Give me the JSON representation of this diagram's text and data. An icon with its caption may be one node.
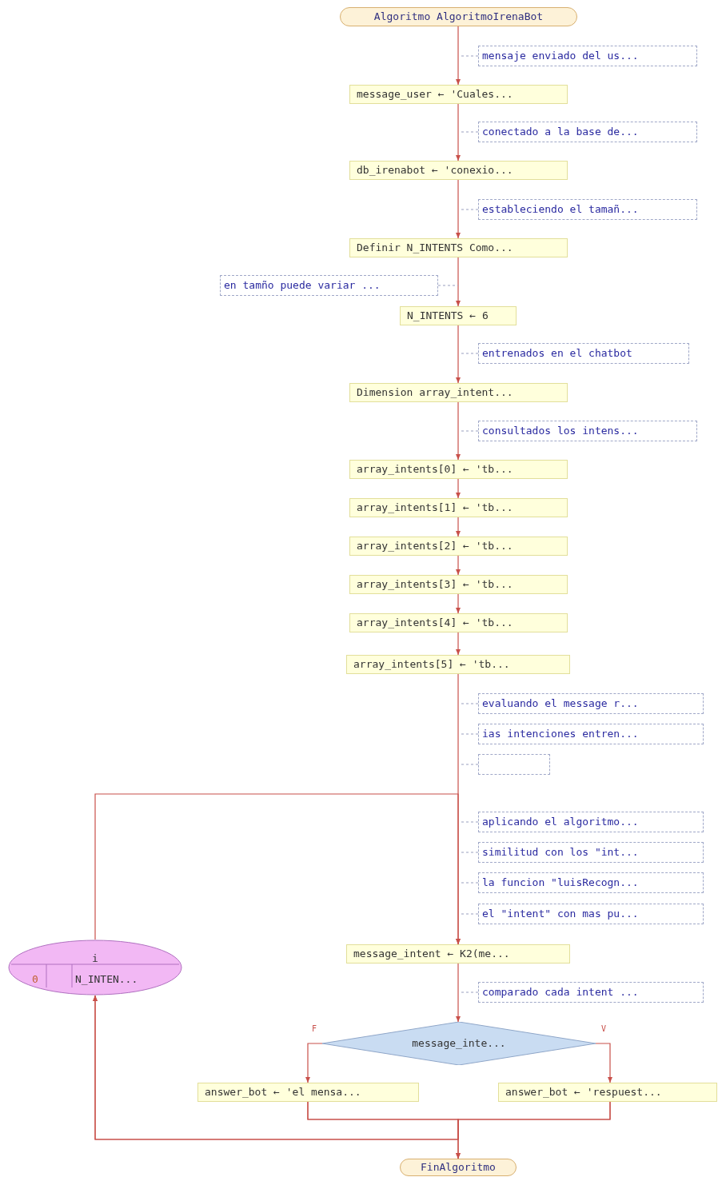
{
  "diagram": {
    "nodes": [
      {
        "text": [
          "Algoritmo AlgoritmoIrenaBot"
        ]
      },
      {
        "text": [
          "mensaje enviado del us..."
        ]
      },
      {
        "text": [
          "message_user ← 'Cuales..."
        ]
      },
      {
        "text": [
          "conectado a la base de..."
        ]
      },
      {
        "text": [
          "db_irenabot ← 'conexio..."
        ]
      },
      {
        "text": [
          "estableciendo el tamañ..."
        ]
      },
      {
        "text": [
          "Definir N_INTENTS Como..."
        ]
      },
      {
        "text": [
          "en tamño puede variar ..."
        ]
      },
      {
        "text": [
          "N_INTENTS ← 6"
        ]
      },
      {
        "text": [
          "entrenados en el chatbot"
        ]
      },
      {
        "text": [
          "Dimension array_intent..."
        ]
      },
      {
        "text": [
          "consultados los intens..."
        ]
      },
      {
        "text": [
          "array_intents[0] ← 'tb..."
        ]
      },
      {
        "text": [
          "array_intents[1] ← 'tb..."
        ]
      },
      {
        "text": [
          "array_intents[2] ← 'tb..."
        ]
      },
      {
        "text": [
          "array_intents[3] ← 'tb..."
        ]
      },
      {
        "text": [
          "array_intents[4] ← 'tb..."
        ]
      },
      {
        "text": [
          "array_intents[5] ← 'tb..."
        ]
      },
      {
        "text": [
          "evaluando el message r..."
        ]
      },
      {
        "text": [
          "ias intenciones entren..."
        ]
      },
      {
        "text": [],
        "shape": "box"
      },
      {
        "text": [
          "i",
          "0",
          "N_INTEN..."
        ]
      },
      {
        "text": [
          "aplicando el algoritmo..."
        ]
      },
      {
        "text": [
          "similitud con los \"int..."
        ]
      },
      {
        "text": [
          "la funcion \"luisRecogn..."
        ]
      },
      {
        "text": [
          "el \"intent\" con mas pu..."
        ]
      },
      {
        "text": [
          "message_intent ← K2(me..."
        ]
      },
      {
        "text": [
          "comparado cada intent ..."
        ]
      },
      {
        "text": [
          "message_inte..."
        ]
      },
      {
        "text": [
          "answer_bot ← 'el mensa..."
        ]
      },
      {
        "text": [
          "answer_bot ← 'respuest..."
        ]
      },
      {
        "text": [
          "FinAlgoritmo"
        ]
      }
    ],
    "edges": [
      {
        "from": 0,
        "to": 2,
        "arrow": "to"
      },
      {
        "from": 2,
        "to": 4,
        "arrow": "to"
      },
      {
        "from": 4,
        "to": 6,
        "arrow": "to"
      },
      {
        "from": 6,
        "to": 8,
        "arrow": "to"
      },
      {
        "from": 8,
        "to": 10,
        "arrow": "to"
      },
      {
        "from": 10,
        "to": 12,
        "arrow": "to"
      },
      {
        "from": 12,
        "to": 13,
        "arrow": "to"
      },
      {
        "from": 13,
        "to": 14,
        "arrow": "to"
      },
      {
        "from": 14,
        "to": 15,
        "arrow": "to"
      },
      {
        "from": 15,
        "to": 16,
        "arrow": "to"
      },
      {
        "from": 16,
        "to": 17,
        "arrow": "to"
      },
      {
        "from": 17,
        "to": 26,
        "arrow": "to"
      },
      {
        "from": 21,
        "to": 26,
        "arrow": "to"
      },
      {
        "from": 26,
        "to": 28,
        "arrow": "to"
      },
      {
        "from": 28,
        "to": 29,
        "arrow": "to",
        "label": "F"
      },
      {
        "from": 28,
        "to": 30,
        "arrow": "to",
        "label": "V"
      },
      {
        "from": 29,
        "to": 31,
        "arrow": "to"
      },
      {
        "from": 30,
        "to": 31,
        "arrow": "to"
      },
      {
        "from": 29,
        "to": 21,
        "arrow": "to"
      },
      {
        "from": 30,
        "to": 21,
        "arrow": "to"
      },
      {
        "from": 1,
        "to": null,
        "arrow": "none",
        "style": "dashed",
        "color": "#9aa0c0"
      },
      {
        "from": 3,
        "to": null,
        "arrow": "none",
        "style": "dashed",
        "color": "#9aa0c0"
      },
      {
        "from": 5,
        "to": null,
        "arrow": "none",
        "style": "dashed",
        "color": "#9aa0c0"
      },
      {
        "from": 7,
        "to": null,
        "arrow": "none",
        "style": "dashed",
        "color": "#9aa0c0"
      },
      {
        "from": 9,
        "to": null,
        "arrow": "none",
        "style": "dashed",
        "color": "#9aa0c0"
      },
      {
        "from": 11,
        "to": null,
        "arrow": "none",
        "style": "dashed",
        "color": "#9aa0c0"
      },
      {
        "from": 18,
        "to": null,
        "arrow": "none",
        "style": "dashed",
        "color": "#9aa0c0"
      },
      {
        "from": 19,
        "to": null,
        "arrow": "none",
        "style": "dashed",
        "color": "#9aa0c0"
      },
      {
        "from": 20,
        "to": null,
        "arrow": "none",
        "style": "dashed",
        "color": "#9aa0c0"
      },
      {
        "from": 22,
        "to": null,
        "arrow": "none",
        "style": "dashed",
        "color": "#9aa0c0"
      },
      {
        "from": 23,
        "to": null,
        "arrow": "none",
        "style": "dashed",
        "color": "#9aa0c0"
      },
      {
        "from": 24,
        "to": null,
        "arrow": "none",
        "style": "dashed",
        "color": "#9aa0c0"
      },
      {
        "from": 25,
        "to": null,
        "arrow": "none",
        "style": "dashed",
        "color": "#9aa0c0"
      },
      {
        "from": 27,
        "to": null,
        "arrow": "none",
        "style": "dashed",
        "color": "#9aa0c0"
      }
    ]
  }
}
